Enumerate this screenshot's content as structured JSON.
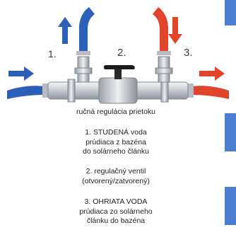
{
  "labels": {
    "one": "1.",
    "two": "2.",
    "three": "3."
  },
  "caption": {
    "regulation": "ručná regulácia prietoku",
    "item1": [
      "1. STUDENÁ voda",
      "prúdiaca z bazéna",
      "do solárneho článku"
    ],
    "item2": [
      "2. regulačný ventil",
      "(otvorený/zatvorený)"
    ],
    "item3": [
      "3. OHRIATA VODA",
      "prúdiaca zo solárneho",
      "článku do bazéna"
    ]
  },
  "colors": {
    "cold": "#2c5fb8",
    "hot": "#e0442b",
    "pipe": "#d9dde2",
    "valve_handle": "#1c1c1c",
    "side_tab": "#4d7ed1"
  }
}
